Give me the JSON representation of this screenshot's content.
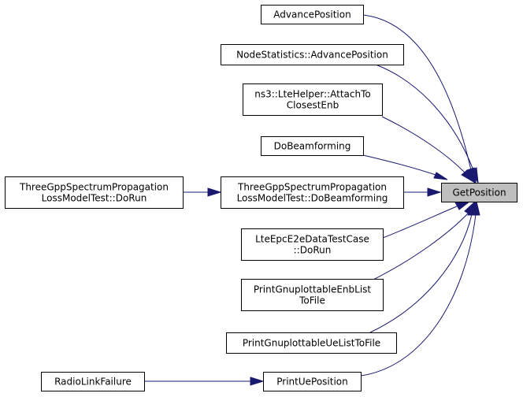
{
  "diagram": {
    "kind": "caller-graph",
    "edge_color": "#191970",
    "target_fill": "#bfbfbf",
    "nodes": {
      "getposition": {
        "lines": [
          "GetPosition"
        ],
        "is_target": true
      },
      "advanceposition": {
        "lines": [
          "AdvancePosition"
        ]
      },
      "nodestatistics_advanceposition": {
        "lines": [
          "NodeStatistics::AdvancePosition"
        ]
      },
      "ltehelper_attachtoclosestenb": {
        "lines": [
          "ns3::LteHelper::AttachTo",
          "ClosestEnb"
        ]
      },
      "dobeamforming": {
        "lines": [
          "DoBeamforming"
        ]
      },
      "threegpp_dobeamforming": {
        "lines": [
          "ThreeGppSpectrumPropagation",
          "LossModelTest::DoBeamforming"
        ]
      },
      "threegpp_dorun": {
        "lines": [
          "ThreeGppSpectrumPropagation",
          "LossModelTest::DoRun"
        ]
      },
      "lteepce2edatatestcase_dorun": {
        "lines": [
          "LteEpcE2eDataTestCase",
          "::DoRun"
        ]
      },
      "printgnuplottableenblisttofile": {
        "lines": [
          "PrintGnuplottableEnbList",
          "ToFile"
        ]
      },
      "printgnuplottableuelisttofile": {
        "lines": [
          "PrintGnuplottableUeListToFile"
        ]
      },
      "printueposition": {
        "lines": [
          "PrintUePosition"
        ]
      },
      "radiolinkfailure": {
        "lines": [
          "RadioLinkFailure"
        ]
      }
    },
    "edges": [
      [
        "advanceposition",
        "getposition"
      ],
      [
        "nodestatistics_advanceposition",
        "getposition"
      ],
      [
        "ltehelper_attachtoclosestenb",
        "getposition"
      ],
      [
        "dobeamforming",
        "getposition"
      ],
      [
        "threegpp_dobeamforming",
        "getposition"
      ],
      [
        "lteepce2edatatestcase_dorun",
        "getposition"
      ],
      [
        "printgnuplottableenblisttofile",
        "getposition"
      ],
      [
        "printgnuplottableuelisttofile",
        "getposition"
      ],
      [
        "printueposition",
        "getposition"
      ],
      [
        "threegpp_dorun",
        "threegpp_dobeamforming"
      ],
      [
        "radiolinkfailure",
        "printueposition"
      ]
    ]
  }
}
